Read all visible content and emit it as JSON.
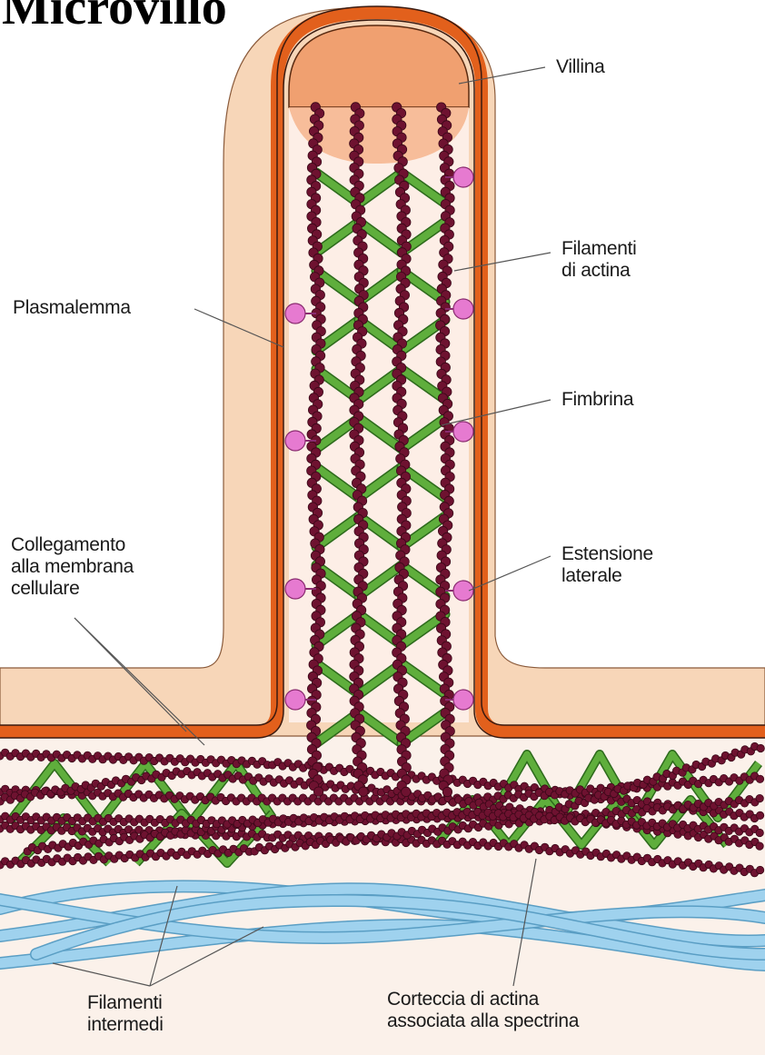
{
  "title": "Microvillo",
  "labels": {
    "villina": "Villina",
    "filamenti_actina": [
      "Filamenti",
      "di actina"
    ],
    "plasmalemma": "Plasmalemma",
    "fimbrina": "Fimbrina",
    "collegamento": [
      "Collegamento",
      "alla membrana",
      "cellulare"
    ],
    "estensione": [
      "Estensione",
      "laterale"
    ],
    "filamenti_intermedi": [
      "Filamenti",
      "intermedi"
    ],
    "corteccia": [
      "Corteccia di actina",
      "associata alla spectrina"
    ]
  },
  "colors": {
    "cytoplasm": "#f7d6b8",
    "membrane": "#e2601c",
    "villin": "#f0a070",
    "actin": "#6e1230",
    "fimbrin": "#5fae3c",
    "lateral_arm": "#e67ad0",
    "intermediate_filament": "#9fd2ee",
    "background": "#fbf1ea"
  }
}
